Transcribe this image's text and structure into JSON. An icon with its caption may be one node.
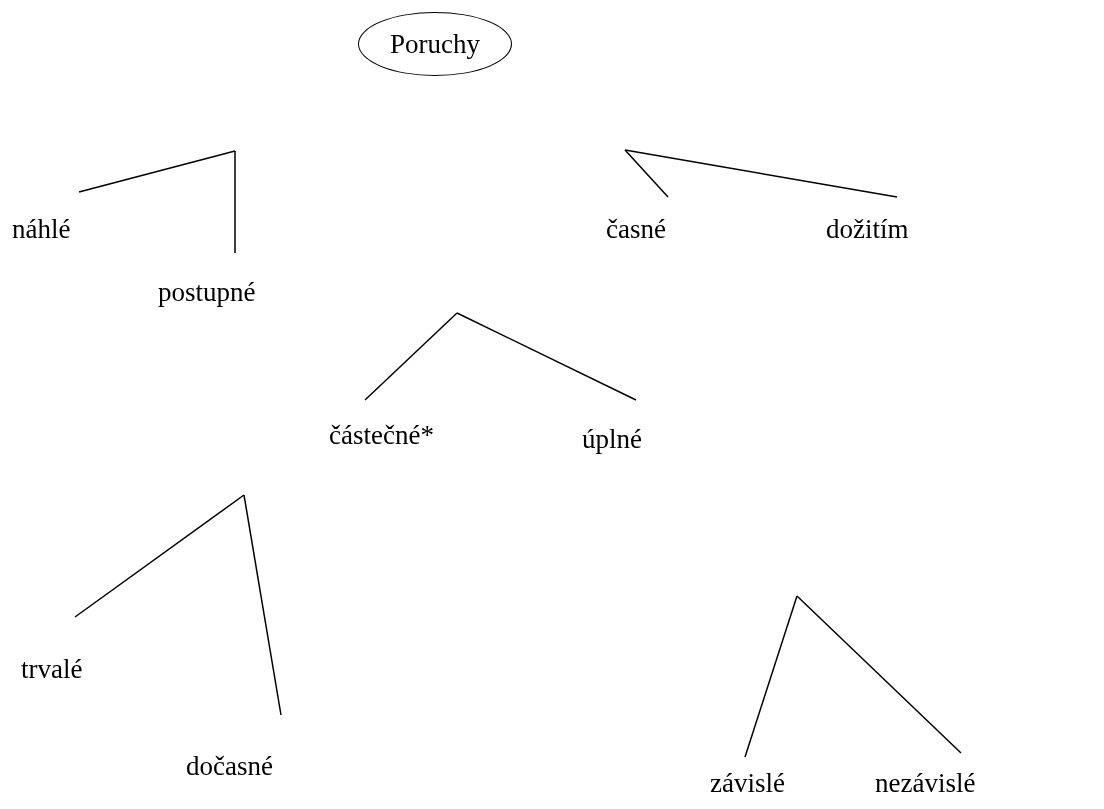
{
  "diagram": {
    "nodes": [
      {
        "text": [
          "Poruchy"
        ]
      },
      {
        "text": [
          "náhlé"
        ]
      },
      {
        "text": [
          "postupné"
        ]
      },
      {
        "text": [
          "časné"
        ]
      },
      {
        "text": [
          "dožitím"
        ]
      },
      {
        "text": [
          "částečné*"
        ]
      },
      {
        "text": [
          "úplné"
        ]
      },
      {
        "text": [
          "trvalé"
        ]
      },
      {
        "text": [
          "dočasné"
        ]
      },
      {
        "text": [
          "závislé"
        ]
      },
      {
        "text": [
          "nezávislé"
        ]
      }
    ],
    "edges": [
      {
        "from": null,
        "to": 1,
        "arrow": "none"
      },
      {
        "from": null,
        "to": 2,
        "arrow": "none"
      },
      {
        "from": null,
        "to": 3,
        "arrow": "none"
      },
      {
        "from": null,
        "to": 4,
        "arrow": "none"
      },
      {
        "from": null,
        "to": 5,
        "arrow": "none"
      },
      {
        "from": null,
        "to": 6,
        "arrow": "none"
      },
      {
        "from": null,
        "to": 7,
        "arrow": "none"
      },
      {
        "from": null,
        "to": 8,
        "arrow": "none"
      },
      {
        "from": null,
        "to": 9,
        "arrow": "none"
      },
      {
        "from": null,
        "to": 10,
        "arrow": "none"
      }
    ]
  }
}
